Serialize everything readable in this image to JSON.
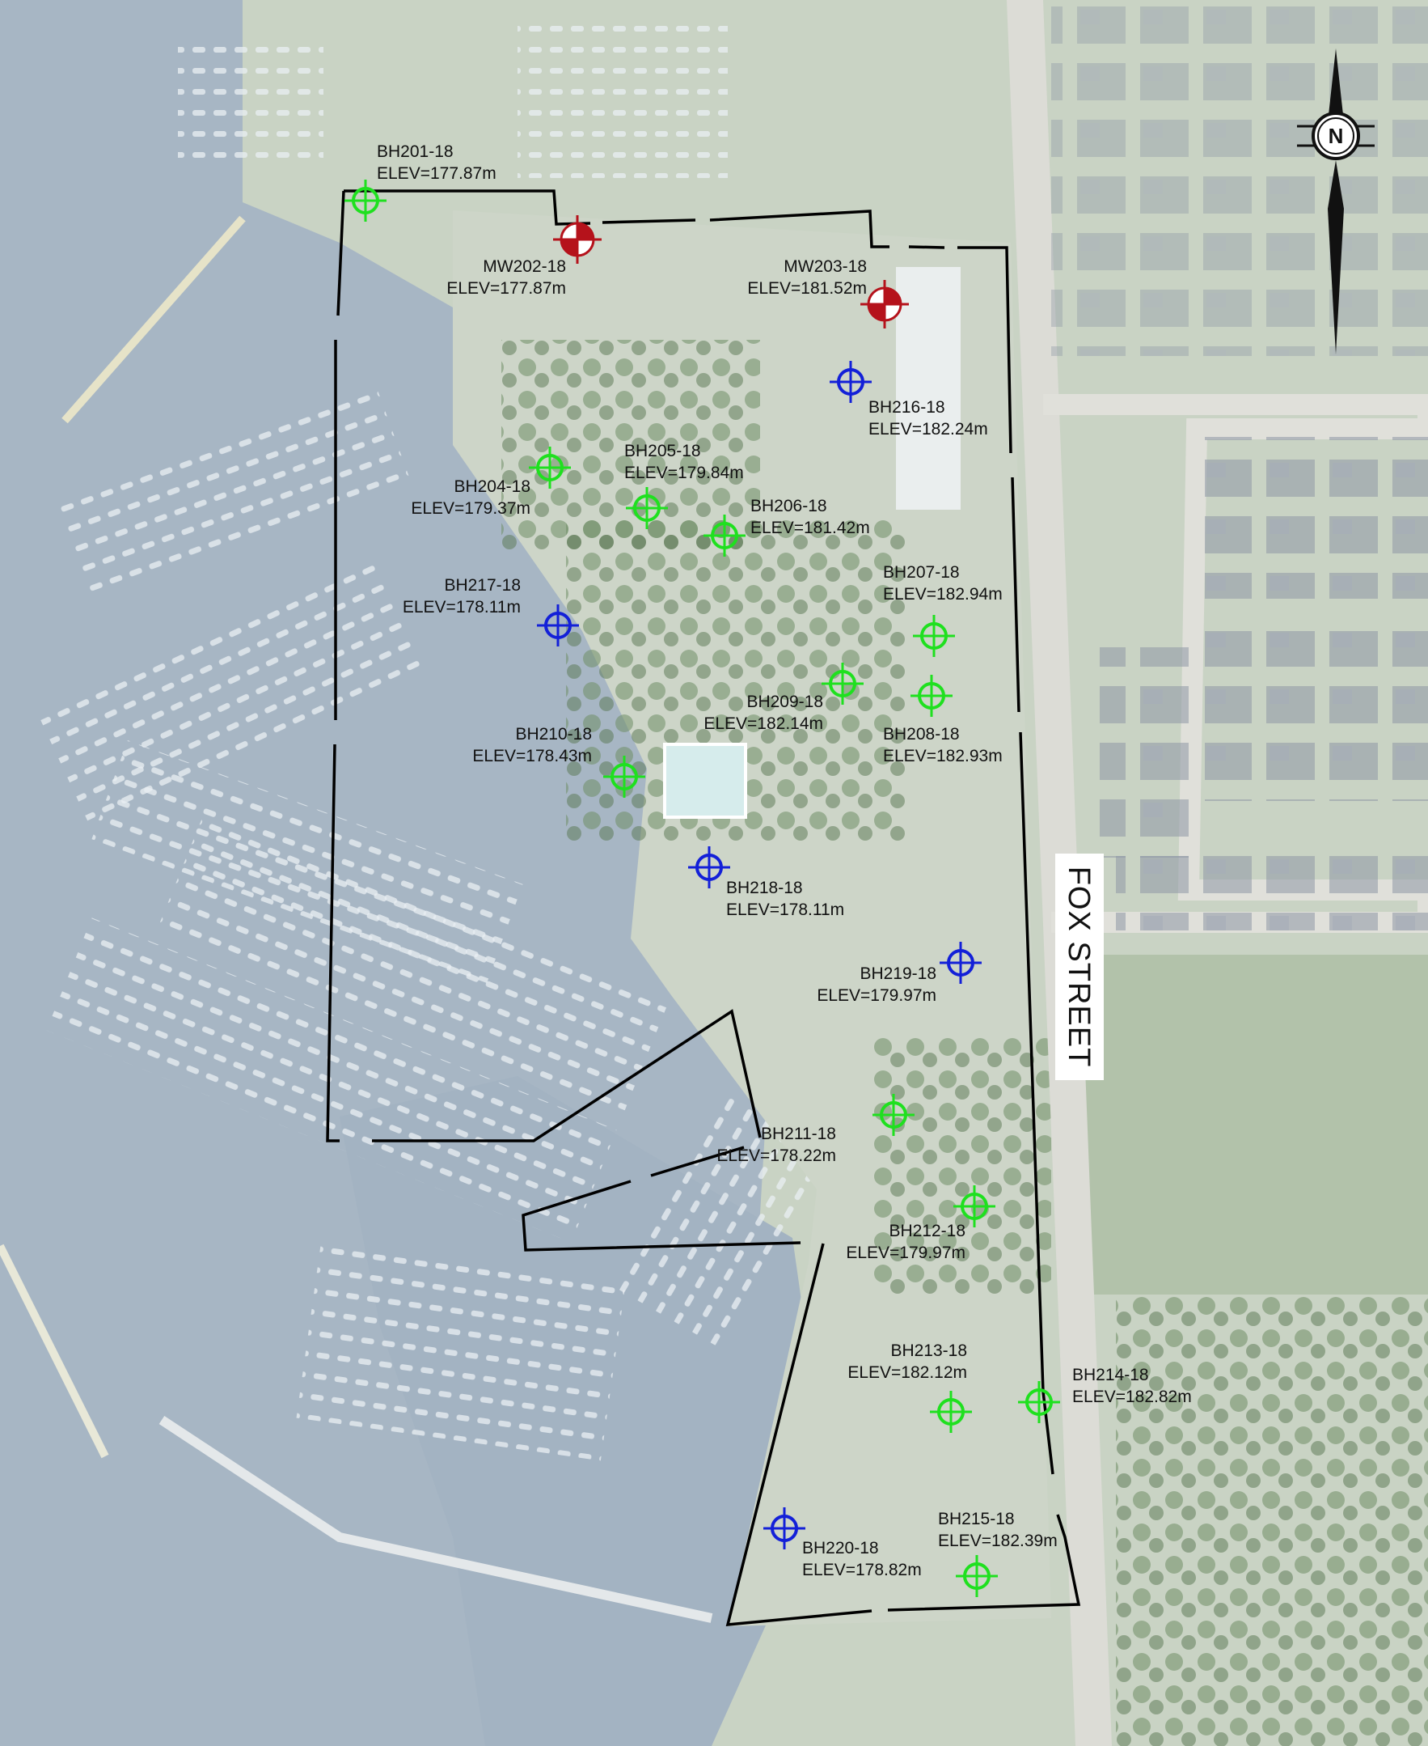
{
  "street_name": "FOX STREET",
  "north_arrow": {
    "letter": "N",
    "icon": "north-arrow-icon"
  },
  "colors": {
    "borehole": "#1fe01f",
    "monitoring_well": "#b5121b",
    "borehole_alt": "#1320d8",
    "site_boundary": "#000000",
    "water": "#a9b8c6",
    "land": "#c6d2bf",
    "vegetation": "#7f9b74"
  },
  "points": [
    {
      "id": "BH201-18",
      "elev": "ELEV=177.87m",
      "type": "borehole"
    },
    {
      "id": "MW202-18",
      "elev": "ELEV=177.87m",
      "type": "monitoring_well"
    },
    {
      "id": "MW203-18",
      "elev": "ELEV=181.52m",
      "type": "monitoring_well"
    },
    {
      "id": "BH216-18",
      "elev": "ELEV=182.24m",
      "type": "borehole_alt"
    },
    {
      "id": "BH204-18",
      "elev": "ELEV=179.37m",
      "type": "borehole"
    },
    {
      "id": "BH205-18",
      "elev": "ELEV=179.84m",
      "type": "borehole"
    },
    {
      "id": "BH206-18",
      "elev": "ELEV=181.42m",
      "type": "borehole"
    },
    {
      "id": "BH207-18",
      "elev": "ELEV=182.94m",
      "type": "borehole"
    },
    {
      "id": "BH217-18",
      "elev": "ELEV=178.11m",
      "type": "borehole_alt"
    },
    {
      "id": "BH209-18",
      "elev": "ELEV=182.14m",
      "type": "borehole"
    },
    {
      "id": "BH208-18",
      "elev": "ELEV=182.93m",
      "type": "borehole"
    },
    {
      "id": "BH210-18",
      "elev": "ELEV=178.43m",
      "type": "borehole"
    },
    {
      "id": "BH218-18",
      "elev": "ELEV=178.11m",
      "type": "borehole_alt"
    },
    {
      "id": "BH219-18",
      "elev": "ELEV=179.97m",
      "type": "borehole_alt"
    },
    {
      "id": "BH211-18",
      "elev": "ELEV=178.22m",
      "type": "borehole"
    },
    {
      "id": "BH212-18",
      "elev": "ELEV=179.97m",
      "type": "borehole"
    },
    {
      "id": "BH213-18",
      "elev": "ELEV=182.12m",
      "type": "borehole"
    },
    {
      "id": "BH214-18",
      "elev": "ELEV=182.82m",
      "type": "borehole"
    },
    {
      "id": "BH215-18",
      "elev": "ELEV=182.39m",
      "type": "borehole"
    },
    {
      "id": "BH220-18",
      "elev": "ELEV=178.82m",
      "type": "borehole_alt"
    }
  ]
}
